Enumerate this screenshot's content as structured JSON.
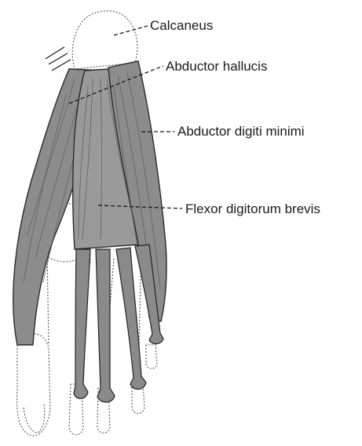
{
  "labels": {
    "calcaneus": "Calcaneus",
    "abductor_hallucis": "Abductor hallucis",
    "abductor_digiti_minimi": "Abductor digiti minimi",
    "flexor_digitorum_brevis": "Flexor digitorum brevis"
  },
  "colors": {
    "muscle": "#9a9a9a",
    "outline": "#2a2a2a",
    "bone_outline": "#555555",
    "background": "#ffffff"
  }
}
